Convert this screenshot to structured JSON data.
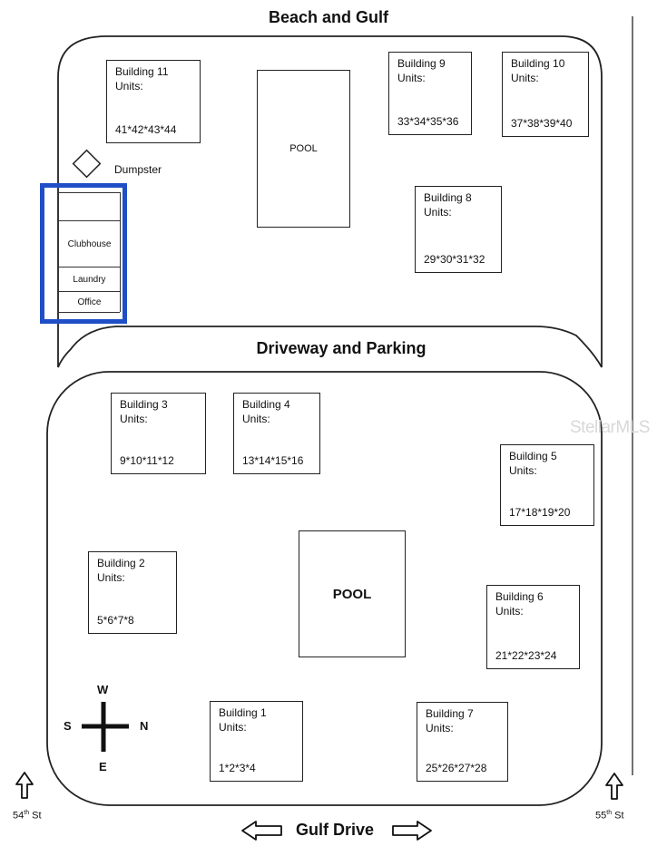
{
  "headings": {
    "top": "Beach and Gulf",
    "middle": "Driveway and Parking",
    "bottom": "Gulf Drive"
  },
  "upper_area": {
    "pool_label": "POOL",
    "dumpster_label": "Dumpster",
    "amenities": {
      "clubhouse": "Clubhouse",
      "laundry": "Laundry",
      "office": "Office"
    },
    "buildings": {
      "b11": {
        "name": "Building 11",
        "units_label": "Units:",
        "units": "41*42*43*44"
      },
      "b9": {
        "name": "Building 9",
        "units_label": "Units:",
        "units": "33*34*35*36"
      },
      "b10": {
        "name": "Building 10",
        "units_label": "Units:",
        "units": "37*38*39*40"
      },
      "b8": {
        "name": "Building 8",
        "units_label": "Units:",
        "units": "29*30*31*32"
      }
    }
  },
  "lower_area": {
    "pool_label": "POOL",
    "buildings": {
      "b3": {
        "name": "Building 3",
        "units_label": "Units:",
        "units": "9*10*11*12"
      },
      "b4": {
        "name": "Building 4",
        "units_label": "Units:",
        "units": "13*14*15*16"
      },
      "b5": {
        "name": "Building 5",
        "units_label": "Units:",
        "units": "17*18*19*20"
      },
      "b2": {
        "name": "Building 2",
        "units_label": "Units:",
        "units": "5*6*7*8"
      },
      "b6": {
        "name": "Building 6",
        "units_label": "Units:",
        "units": "21*22*23*24"
      },
      "b1": {
        "name": "Building 1",
        "units_label": "Units:",
        "units": "1*2*3*4"
      },
      "b7": {
        "name": "Building 7",
        "units_label": "Units:",
        "units": "25*26*27*28"
      }
    }
  },
  "compass": {
    "top": "W",
    "bottom": "E",
    "left": "S",
    "right": "N"
  },
  "streets": {
    "left": {
      "number": "54",
      "suffix": "th",
      "name": "St"
    },
    "right": {
      "number": "55",
      "suffix": "th",
      "name": "St"
    }
  },
  "watermark": "StellarMLS",
  "colors": {
    "highlight": "#1f4fc6",
    "line": "#222222",
    "watermark": "#d8d8d8"
  }
}
